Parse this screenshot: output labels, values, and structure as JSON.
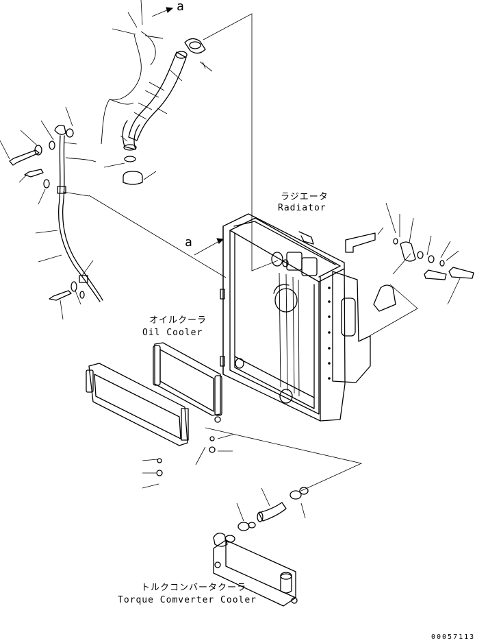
{
  "labels": {
    "marker_a_top": "a",
    "marker_a_left": "a",
    "radiator_jp": "ラジエータ",
    "radiator_en": "Radiator",
    "oil_cooler_jp": "オイルクーラ",
    "oil_cooler_en": "Oil Cooler",
    "torque_converter_jp": "トルクコンバータクーラ",
    "torque_converter_en": "Torque Comverter Cooler",
    "drawing_number": "00057113"
  },
  "icons": {
    "arrow_marker": "arrow-right-icon"
  }
}
